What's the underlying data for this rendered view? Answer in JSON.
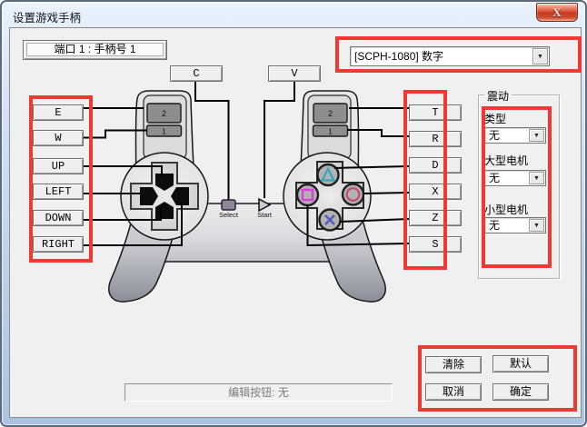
{
  "window": {
    "title": "设置游戏手柄",
    "close_glyph": "X"
  },
  "header": {
    "port_label": "端口 1 : 手柄号 1",
    "pad_type_value": "[SCPH-1080] 数字",
    "dropdown_arrow": "▼"
  },
  "mapping": {
    "left_buttons": [
      "E",
      "W",
      "UP",
      "LEFT",
      "DOWN",
      "RIGHT"
    ],
    "top_buttons": [
      "C",
      "V"
    ],
    "right_buttons": [
      "T",
      "R",
      "D",
      "X",
      "Z",
      "S"
    ]
  },
  "controller": {
    "l2": "2",
    "l1": "1",
    "r2": "2",
    "r1": "1",
    "select_label": "Select",
    "start_label": "Start"
  },
  "vibration": {
    "group_label": "震动",
    "type_label": "类型",
    "type_value": "无",
    "large_motor_label": "大型电机",
    "large_motor_value": "无",
    "small_motor_label": "小型电机",
    "small_motor_value": "无"
  },
  "actions": {
    "clear": "清除",
    "default": "默认",
    "cancel": "取消",
    "ok": "确定"
  },
  "status": {
    "edit_button_text": "编辑按钮: 无"
  },
  "colors": {
    "highlight_red": "#ee3a33",
    "client_bg": "#f0f0f0",
    "close_red": "#d94a2d"
  }
}
